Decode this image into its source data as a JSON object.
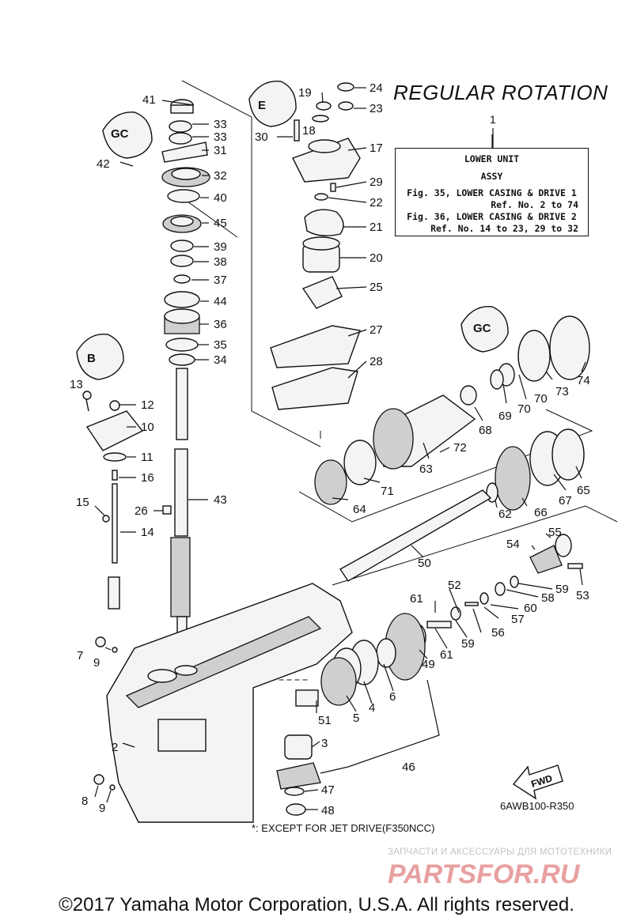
{
  "title": "REGULAR ROTATION",
  "info_box": {
    "ref": "1",
    "line1": "LOWER UNIT",
    "line2": "ASSY",
    "line3": "Fig. 35, LOWER CASING & DRIVE 1",
    "line4": "Ref. No. 2 to 74",
    "line5": "Fig. 36, LOWER CASING & DRIVE 2",
    "line6": "Ref. No. 14 to 23, 29 to 32"
  },
  "diagram_code": "6AWB100-R350",
  "jet_note": "*: EXCEPT FOR JET DRIVE(F350NCC)",
  "fwd_label": "FWD",
  "watermark": {
    "caption": "ЗАПЧАСТИ И АКСЕССУАРЫ ДЛЯ МОТОТЕХНИКИ",
    "logo_text": "PARTSFOR.RU",
    "logo_color": "#e8a0a0"
  },
  "copyright": "©2017 Yamaha Motor Corporation, U.S.A. All rights reserved.",
  "grease_icon_labels": {
    "icon_top_left": "GC",
    "icon_top_mid": "E",
    "icon_right": "GC",
    "icon_left_mid": "B"
  },
  "part_numbers": {
    "p41": "41",
    "p33a": "33",
    "p33b": "33",
    "p31": "31",
    "p42": "42",
    "p32": "32",
    "p40": "40",
    "p45": "45",
    "p39": "39",
    "p38": "38",
    "p37": "37",
    "p44": "44",
    "p36": "36",
    "p35": "35",
    "p34": "34",
    "p13": "13",
    "p12": "12",
    "p10": "10",
    "p11": "11",
    "p16": "16",
    "p15": "15",
    "p26": "26",
    "p43": "43",
    "p14": "14",
    "p7": "7",
    "p9a": "9",
    "p2": "2",
    "p8": "8",
    "p9b": "9",
    "p19": "19",
    "p24": "24",
    "p23": "23",
    "p18": "18",
    "p30": "30",
    "p17": "17",
    "p29": "29",
    "p22": "22",
    "p21": "21",
    "p20": "20",
    "p25": "25",
    "p27": "27",
    "p28": "28",
    "p74": "74",
    "p73": "73",
    "p69": "69",
    "p70a": "70",
    "p70b": "70",
    "p68": "68",
    "p72": "72",
    "p63": "63",
    "p71": "71",
    "p64": "64",
    "p67": "67",
    "p65": "65",
    "p62": "62",
    "p66": "66",
    "p55": "55",
    "p54": "54",
    "p50": "50",
    "p59": "59",
    "p53": "53",
    "p58": "58",
    "p52": "52",
    "p61a": "61",
    "p60": "60",
    "p57": "57",
    "p56": "56",
    "p59b": "59",
    "p61b": "61",
    "p49": "49",
    "p6": "6",
    "p4": "4",
    "p5": "5",
    "p51": "51",
    "p3": "3",
    "p46": "46",
    "p47": "47",
    "p48": "48"
  }
}
